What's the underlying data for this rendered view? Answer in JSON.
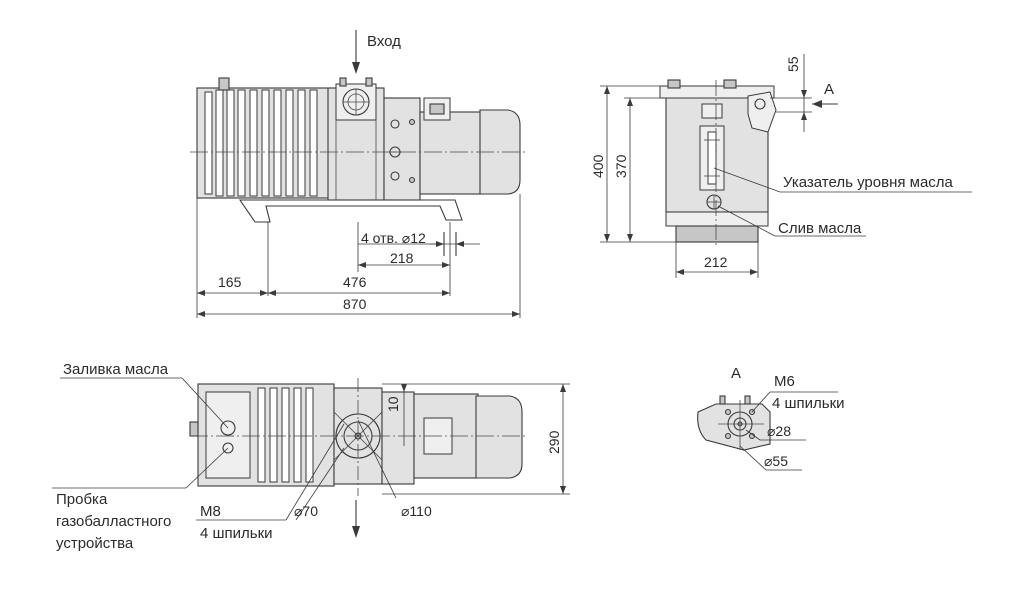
{
  "labels": {
    "inlet": "Вход",
    "oil_level": "Указатель уровня масла",
    "oil_drain": "Слив масла",
    "oil_fill": "Заливка масла",
    "gas_ballast_1": "Пробка",
    "gas_ballast_2": "газобалластного",
    "gas_ballast_3": "устройства",
    "view_a_mark": "A",
    "view_a_title": "A",
    "m6": "M6",
    "studs_4_a": "4 шпильки",
    "m8": "M8",
    "studs_4_b": "4 шпильки"
  },
  "dimensions": {
    "holes": "4 отв. ⌀12",
    "d218": "218",
    "d165": "165",
    "d476": "476",
    "d870": "870",
    "d55": "55",
    "d400": "400",
    "d370": "370",
    "d212": "212",
    "d290": "290",
    "d10": "10",
    "phi70": "⌀70",
    "phi110": "⌀110",
    "phi28": "⌀28",
    "phi55": "⌀55"
  },
  "colors": {
    "line": "#3a3a3a",
    "body_fill": "#e2e2e2",
    "dark_fill": "#c6c6c6",
    "background": "#ffffff"
  }
}
